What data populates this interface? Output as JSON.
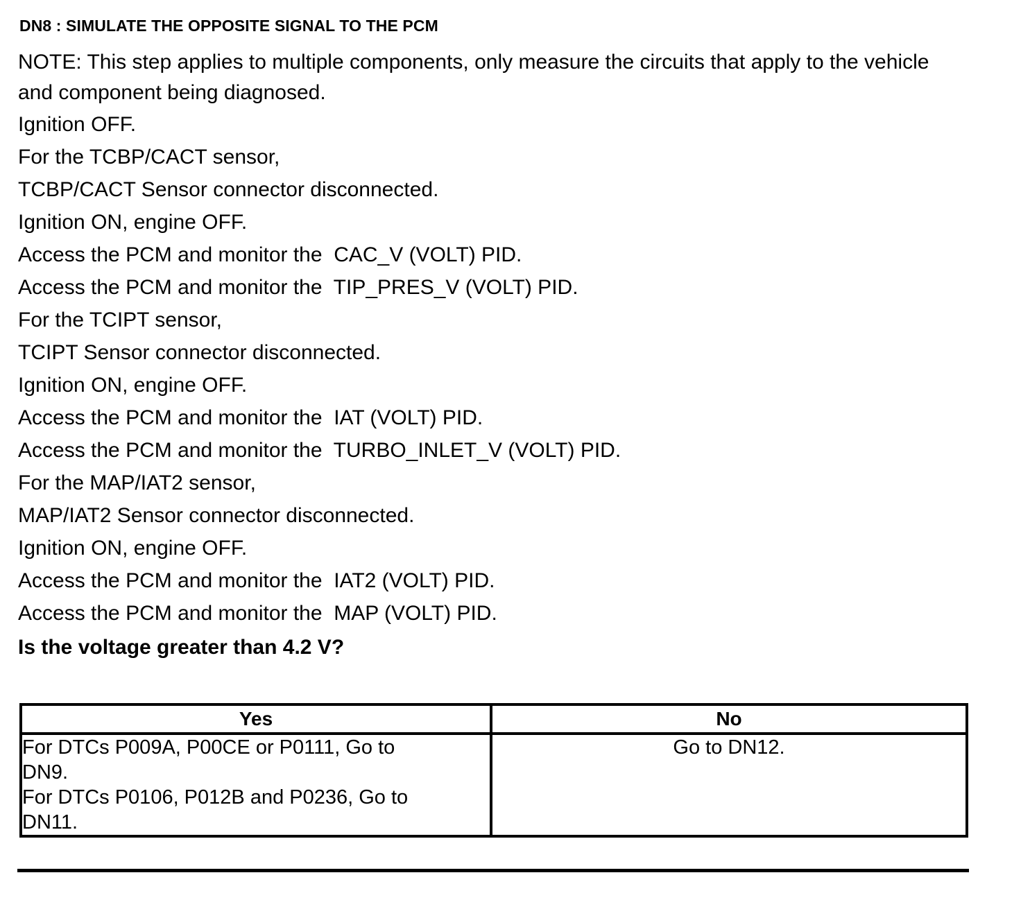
{
  "document": {
    "step_title": "DN8 : SIMULATE THE OPPOSITE SIGNAL TO THE PCM",
    "note": "NOTE: This step applies to multiple components, only measure the circuits that apply to the vehicle and component being diagnosed.",
    "steps": [
      "Ignition OFF.",
      "For the TCBP/CACT sensor,",
      "TCBP/CACT Sensor connector disconnected.",
      "Ignition ON, engine OFF.",
      "Access the PCM and monitor the  CAC_V (VOLT) PID.",
      "Access the PCM and monitor the  TIP_PRES_V (VOLT) PID.",
      "For the TCIPT sensor,",
      "TCIPT Sensor connector disconnected.",
      "Ignition ON, engine OFF.",
      "Access the PCM and monitor the  IAT (VOLT) PID.",
      "Access the PCM and monitor the  TURBO_INLET_V (VOLT) PID.",
      "For the MAP/IAT2 sensor,",
      "MAP/IAT2 Sensor connector disconnected.",
      "Ignition ON, engine OFF.",
      "Access the PCM and monitor the  IAT2 (VOLT) PID.",
      "Access the PCM and monitor the  MAP (VOLT) PID."
    ],
    "question": "Is the voltage greater than 4.2 V?",
    "decision_table": {
      "headers": [
        "Yes",
        "No"
      ],
      "yes_lines": [
        "For DTCs P009A, P00CE or P0111, Go to",
        "DN9.",
        "For DTCs P0106, P012B and P0236, Go to",
        "DN11."
      ],
      "no_text": "Go to DN12."
    }
  }
}
